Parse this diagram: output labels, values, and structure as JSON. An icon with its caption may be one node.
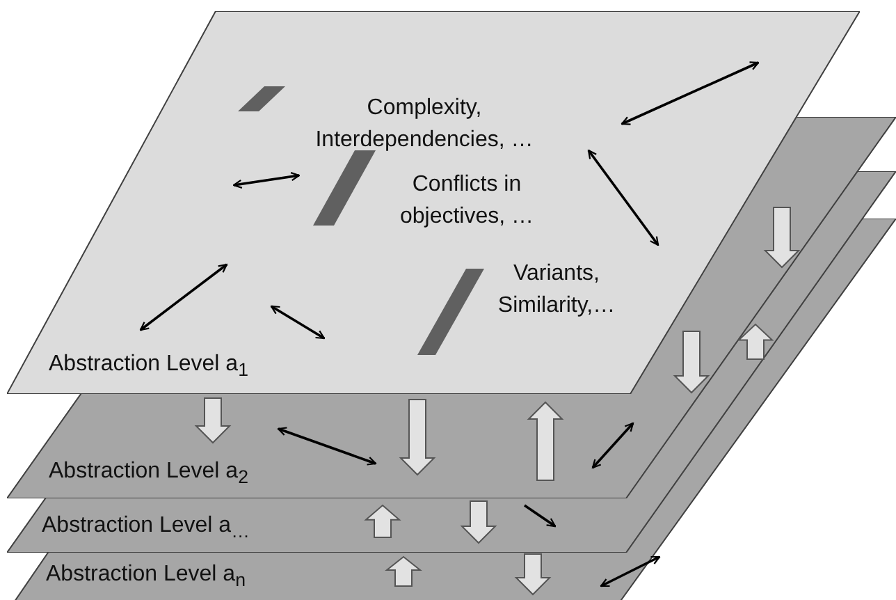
{
  "diagram": {
    "nodes": [
      {
        "text": [
          "Abstraction Level a$_{1}$",
          "Complexity, Interdependencies, …",
          "Conflicts in objectives, …",
          "Variants, Similarity,…"
        ]
      },
      {
        "text": [
          "Abstraction Level a$_{2}$"
        ]
      },
      {
        "text": [
          "Abstraction Level a$_{…}$"
        ]
      },
      {
        "text": [
          "Abstraction Level a$_{n}$"
        ]
      }
    ]
  }
}
